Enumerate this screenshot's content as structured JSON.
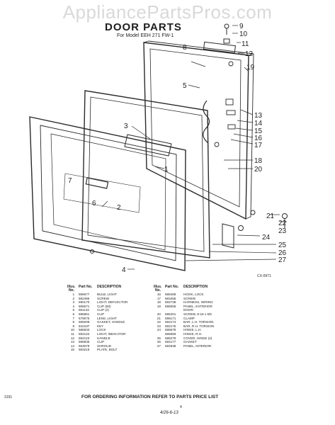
{
  "watermark": "AppliancePartsPros.com",
  "title": "DOOR PARTS",
  "subtitle": "For Model EEH 271 FW-1",
  "callouts": [
    "1",
    "2",
    "3",
    "4",
    "5",
    "6",
    "7",
    "8",
    "9",
    "10",
    "11",
    "12",
    "13",
    "14",
    "15",
    "16",
    "17",
    "18",
    "19",
    "20",
    "21",
    "22",
    "23",
    "24",
    "25",
    "26",
    "27"
  ],
  "stamp": "CX-0971",
  "legend": {
    "header": {
      "illus": "Illus. No.",
      "part": "Part No.",
      "desc": "DESCRIPTION"
    },
    "left": [
      {
        "no": "1",
        "part": "596677",
        "desc": "BULB, LIGHT"
      },
      {
        "no": "2",
        "part": "682486",
        "desc": "SCREW"
      },
      {
        "no": "3",
        "part": "590170",
        "desc": "LIGHT, DEFLECTOR"
      },
      {
        "no": "4",
        "part": "596671",
        "desc": "CLIP (60)"
      },
      {
        "no": "5",
        "part": "681132",
        "desc": "CLIP (2)"
      },
      {
        "no": "6",
        "part": "686861",
        "desc": "CLIP"
      },
      {
        "no": "7",
        "part": "579075",
        "desc": "LENS, LIGHT"
      },
      {
        "no": "8",
        "part": "589208",
        "desc": "GASKET, HANDLE"
      },
      {
        "no": "9",
        "part": "842197",
        "desc": "KEY"
      },
      {
        "no": "10",
        "part": "586833",
        "desc": "LOCK"
      },
      {
        "no": "11",
        "part": "592122",
        "desc": "LIGHT, INDICATOR"
      },
      {
        "no": "12",
        "part": "592123",
        "desc": "HANDLE"
      },
      {
        "no": "13",
        "part": "586835",
        "desc": "CLIP"
      },
      {
        "no": "14",
        "part": "553079",
        "desc": "SHROUD"
      },
      {
        "no": "15",
        "part": "583219",
        "desc": "PLATE, BOLT"
      }
    ],
    "right": [
      {
        "no": "16",
        "part": "586468",
        "desc": "HOOK, LOCK"
      },
      {
        "no": "17",
        "part": "683455",
        "desc": "SCREW"
      },
      {
        "no": "18",
        "part": "592738",
        "desc": "HARNESS, WIRING"
      },
      {
        "no": "19",
        "part": "596056",
        "desc": "PANEL, EXTERIOR"
      },
      {
        "no": "",
        "part": "",
        "desc": "DOOR"
      },
      {
        "no": "20",
        "part": "595401",
        "desc": "SCREW, 8-18 x 5/8"
      },
      {
        "no": "21",
        "part": "596171",
        "desc": "CLAMP"
      },
      {
        "no": "22",
        "part": "592174",
        "desc": "BAR, L.H. TORSION"
      },
      {
        "no": "23",
        "part": "592175",
        "desc": "BAR, R.H. TORSION"
      },
      {
        "no": "24",
        "part": "586678",
        "desc": "HINGE, L.H."
      },
      {
        "no": "",
        "part": "586659",
        "desc": "HINGE, R.H."
      },
      {
        "no": "25",
        "part": "586279",
        "desc": "COVER, HINGE (2)"
      },
      {
        "no": "26",
        "part": "592177",
        "desc": "GASKET"
      },
      {
        "no": "27",
        "part": "592938",
        "desc": "PANEL, INTERIOR"
      }
    ]
  },
  "footer": "FOR ORDERING INFORMATION REFER TO PARTS PRICE LIST",
  "page_number": "4",
  "handwritten_note": "4/26-6-13",
  "doc_code": "3191"
}
